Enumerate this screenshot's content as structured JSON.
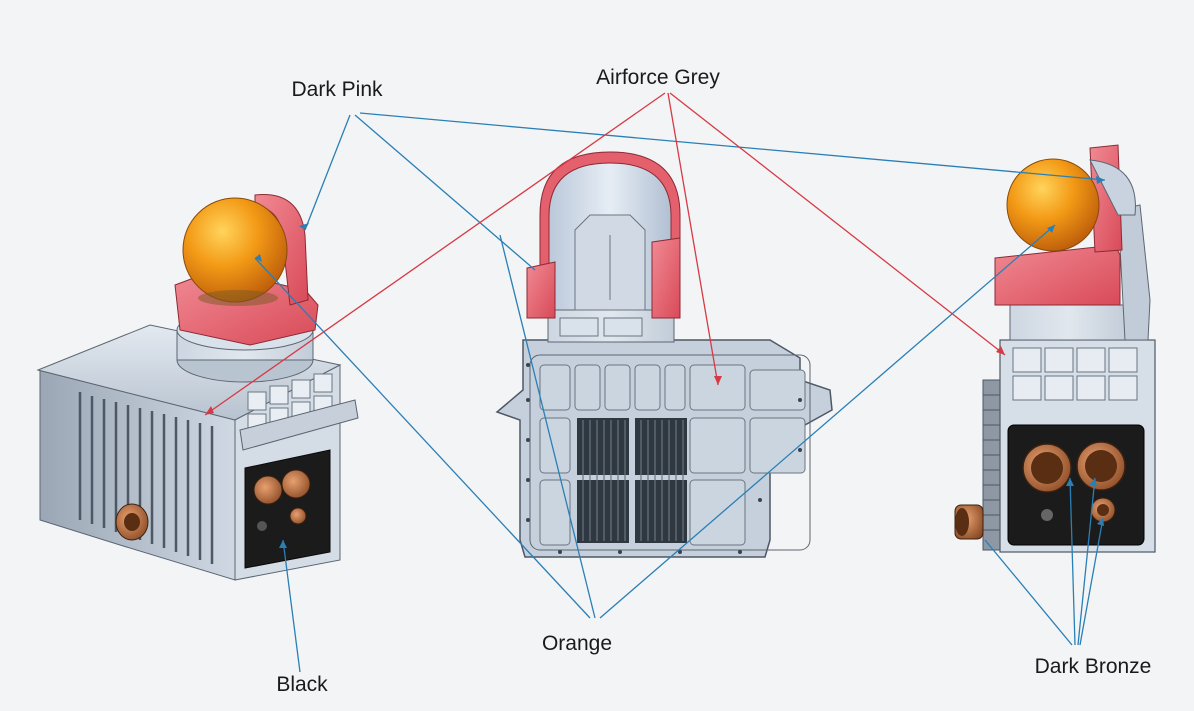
{
  "labels": {
    "dark_pink": "Dark Pink",
    "airforce_grey": "Airforce Grey",
    "orange": "Orange",
    "black": "Black",
    "dark_bronze": "Dark Bronze"
  },
  "colors": {
    "dark_pink": "#e4606d",
    "airforce_grey": "#c9d3df",
    "orange": "#f39a16",
    "black": "#1b1b1b",
    "dark_bronze": "#b86a3c",
    "leader_blue": "#2a7fb5",
    "leader_red": "#d63a45"
  }
}
